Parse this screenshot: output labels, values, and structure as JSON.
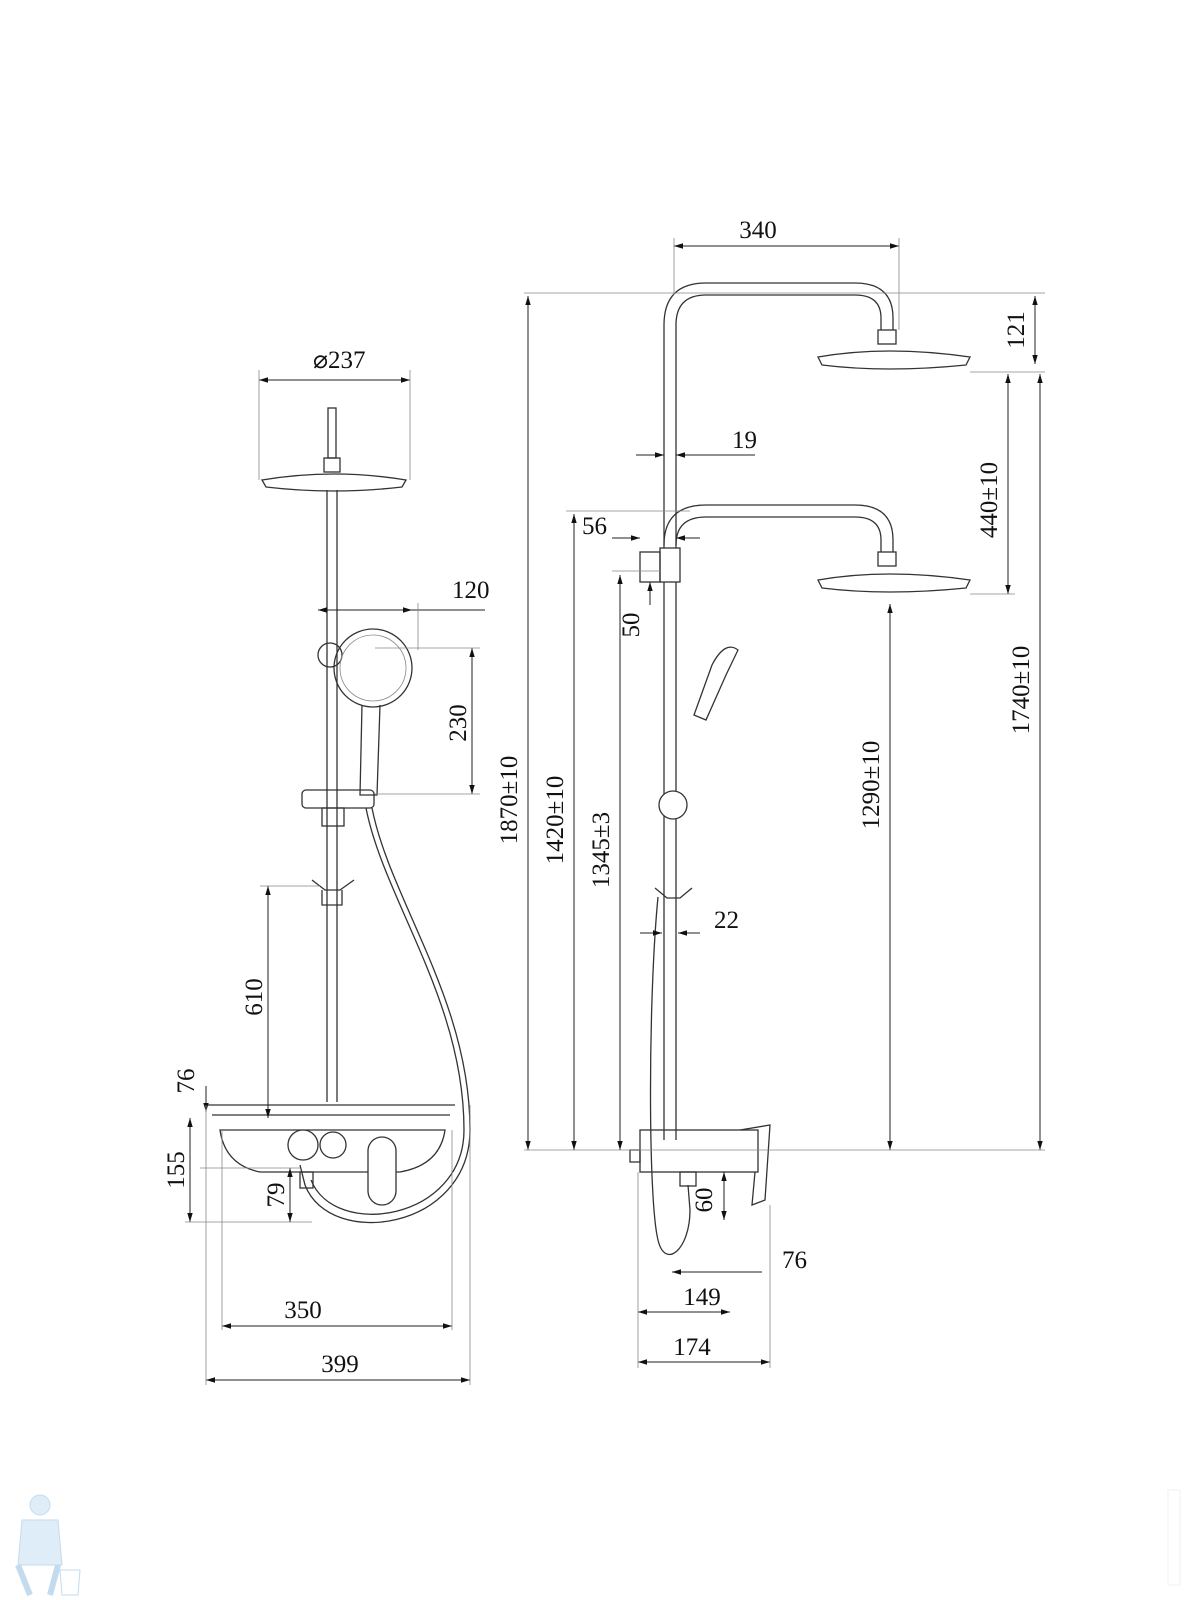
{
  "front_view": {
    "head_diameter": "⌀237",
    "handshower_offset": "120",
    "handshower_height": "230",
    "hook_to_shelf": "610",
    "shelf_height": "76",
    "mixer_height": "155",
    "outlet_height": "79",
    "shelf_inner_width": "350",
    "shelf_width": "399"
  },
  "side_view": {
    "top_arm_reach": "340",
    "top_head_drop": "121",
    "rod_diameter": "19",
    "bracket_offset": "56",
    "bracket_height": "50",
    "lower_rod_diameter": "22",
    "overall_height": "1870±10",
    "lower_arm_height": "1420±10",
    "bracket_mount_height": "1345±3",
    "lower_head_height": "1290±10",
    "top_head_height": "1740±10",
    "head_spacing": "440±10",
    "outlet_drop": "60",
    "handle_depth": "76",
    "mixer_depth": "149",
    "overall_depth": "174"
  },
  "colors": {
    "line": "#333333",
    "logo": "#b8d8f0"
  }
}
